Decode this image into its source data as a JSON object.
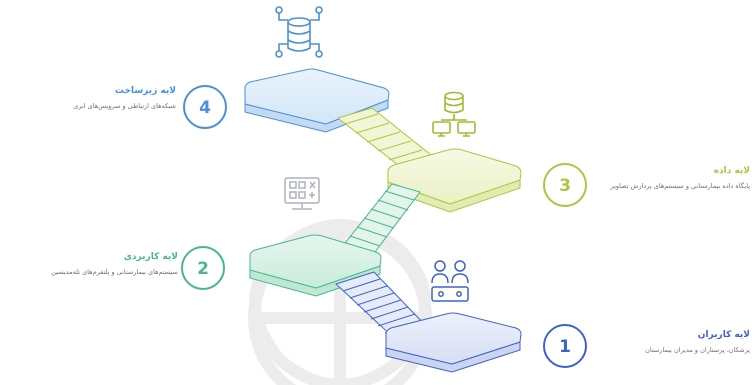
{
  "colors": {
    "layer4": "#4a90d9",
    "layer3": "#a9c83c",
    "layer2": "#46b98a",
    "layer1": "#3f62c8",
    "watermark": "#ececec"
  },
  "layers": [
    {
      "number": "4",
      "title": "لایه زیرساخت",
      "description": "شبکه‌های ارتباطی و سرویس‌های ابری",
      "icon": "database-network-icon"
    },
    {
      "number": "3",
      "title": "لایه داده",
      "description": "پایگاه داده بیمارستانی و سیستم‌های پردازش تصاویر",
      "icon": "database-computers-icon"
    },
    {
      "number": "2",
      "title": "لایه کاربردی",
      "description": "سیستم‌های بیمارستانی و پلتفرم‌های تله‌مدیسین",
      "icon": "monitor-apps-icon"
    },
    {
      "number": "1",
      "title": "لایه کاربران",
      "description": "پزشکان، پرستاران و مدیران بیمارستان",
      "icon": "users-group-icon"
    }
  ]
}
